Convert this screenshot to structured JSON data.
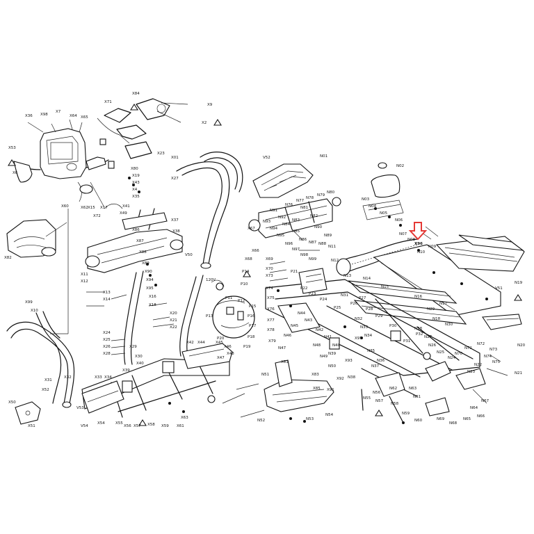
{
  "diagram": {
    "highlight_arrow_color": "#e53935",
    "highlight_label": "X96",
    "labels": [
      {
        "id": "X36",
        "t": "X36"
      },
      {
        "id": "X98",
        "t": "X98"
      },
      {
        "id": "X7",
        "t": "X7"
      },
      {
        "id": "X64",
        "t": "X64"
      },
      {
        "id": "X65",
        "t": "X65"
      },
      {
        "id": "X71",
        "t": "X71"
      },
      {
        "id": "X84",
        "t": "X84"
      },
      {
        "id": "X9",
        "t": "X9"
      },
      {
        "id": "X2",
        "t": "X2"
      },
      {
        "id": "X53",
        "t": "X53"
      },
      {
        "id": "X6",
        "t": "X6"
      },
      {
        "id": "X23",
        "t": "X23"
      },
      {
        "id": "X01",
        "t": "X01"
      },
      {
        "id": "X80",
        "t": "X80"
      },
      {
        "id": "X19",
        "t": "X19"
      },
      {
        "id": "X43",
        "t": "X43"
      },
      {
        "id": "X4",
        "t": "X4"
      },
      {
        "id": "X35",
        "t": "X35"
      },
      {
        "id": "X41",
        "t": "X41"
      },
      {
        "id": "X49",
        "t": "X49"
      },
      {
        "id": "X60",
        "t": "X60"
      },
      {
        "id": "X62",
        "t": "X62"
      },
      {
        "id": "X15",
        "t": "X15"
      },
      {
        "id": "X17",
        "t": "X17"
      },
      {
        "id": "X27",
        "t": "X27"
      },
      {
        "id": "X37",
        "t": "X37"
      },
      {
        "id": "X38",
        "t": "X38"
      },
      {
        "id": "X72",
        "t": "X72"
      },
      {
        "id": "X82",
        "t": "X82"
      },
      {
        "id": "X86",
        "t": "X86"
      },
      {
        "id": "X87",
        "t": "X87"
      },
      {
        "id": "X88",
        "t": "X88"
      },
      {
        "id": "X89",
        "t": "X89"
      },
      {
        "id": "X90",
        "t": "X90"
      },
      {
        "id": "X94",
        "t": "X94"
      },
      {
        "id": "X95",
        "t": "X95"
      },
      {
        "id": "X99",
        "t": "X99"
      },
      {
        "id": "X10",
        "t": "X10"
      },
      {
        "id": "X11",
        "t": "X11"
      },
      {
        "id": "X12",
        "t": "X12"
      },
      {
        "id": "X13",
        "t": "X13"
      },
      {
        "id": "X14",
        "t": "X14"
      },
      {
        "id": "X16",
        "t": "X16"
      },
      {
        "id": "X18",
        "t": "X18"
      },
      {
        "id": "X20",
        "t": "X20"
      },
      {
        "id": "X21",
        "t": "X21"
      },
      {
        "id": "X22",
        "t": "X22"
      },
      {
        "id": "X24",
        "t": "X24"
      },
      {
        "id": "X25",
        "t": "X25"
      },
      {
        "id": "X26",
        "t": "X26"
      },
      {
        "id": "X28",
        "t": "X28"
      },
      {
        "id": "X29",
        "t": "X29"
      },
      {
        "id": "X30",
        "t": "X30"
      },
      {
        "id": "X31",
        "t": "X31"
      },
      {
        "id": "X32",
        "t": "X32"
      },
      {
        "id": "X33",
        "t": "X33"
      },
      {
        "id": "X34",
        "t": "X34"
      },
      {
        "id": "X39",
        "t": "X39"
      },
      {
        "id": "X40",
        "t": "X40"
      },
      {
        "id": "X42",
        "t": "X42"
      },
      {
        "id": "X44",
        "t": "X44"
      },
      {
        "id": "X45",
        "t": "X45"
      },
      {
        "id": "X46",
        "t": "X46"
      },
      {
        "id": "X47",
        "t": "X47"
      },
      {
        "id": "X48",
        "t": "X48"
      },
      {
        "id": "X50",
        "t": "X50"
      },
      {
        "id": "X51",
        "t": "X51"
      },
      {
        "id": "X52",
        "t": "X52"
      },
      {
        "id": "X54",
        "t": "X54"
      },
      {
        "id": "X55",
        "t": "X55"
      },
      {
        "id": "X56",
        "t": "X56"
      },
      {
        "id": "X57",
        "t": "X57"
      },
      {
        "id": "X58",
        "t": "X58"
      },
      {
        "id": "X59",
        "t": "X59"
      },
      {
        "id": "X61",
        "t": "X61"
      },
      {
        "id": "X63",
        "t": "X63"
      },
      {
        "id": "X66",
        "t": "X66"
      },
      {
        "id": "X67",
        "t": "X67"
      },
      {
        "id": "X68",
        "t": "X68"
      },
      {
        "id": "X69",
        "t": "X69"
      },
      {
        "id": "X70",
        "t": "X70"
      },
      {
        "id": "X73",
        "t": "X73"
      },
      {
        "id": "X74",
        "t": "X74"
      },
      {
        "id": "X75",
        "t": "X75"
      },
      {
        "id": "X76",
        "t": "X76"
      },
      {
        "id": "X77",
        "t": "X77"
      },
      {
        "id": "X78",
        "t": "X78"
      },
      {
        "id": "X79",
        "t": "X79"
      },
      {
        "id": "X81",
        "t": "X81"
      },
      {
        "id": "X83",
        "t": "X83"
      },
      {
        "id": "X85",
        "t": "X85"
      },
      {
        "id": "X91",
        "t": "X91"
      },
      {
        "id": "X92",
        "t": "X92"
      },
      {
        "id": "X93",
        "t": "X93"
      },
      {
        "id": "X97",
        "t": "X97"
      },
      {
        "id": "V52",
        "t": "V52"
      },
      {
        "id": "V50",
        "t": "V50"
      },
      {
        "id": "V54",
        "t": "V54"
      },
      {
        "id": "V53",
        "t": "V53"
      },
      {
        "id": "V51",
        "t": "V51"
      },
      {
        "id": "120V",
        "t": "120V"
      },
      {
        "id": "P13",
        "t": "P13"
      },
      {
        "id": "P14",
        "t": "P14"
      },
      {
        "id": "P10",
        "t": "P10"
      },
      {
        "id": "P11",
        "t": "P11"
      },
      {
        "id": "P12",
        "t": "P12"
      },
      {
        "id": "P15",
        "t": "P15"
      },
      {
        "id": "P16",
        "t": "P16"
      },
      {
        "id": "P17",
        "t": "P17"
      },
      {
        "id": "P18",
        "t": "P18"
      },
      {
        "id": "P19",
        "t": "P19"
      },
      {
        "id": "P20",
        "t": "P20"
      },
      {
        "id": "P21",
        "t": "P21"
      },
      {
        "id": "P22",
        "t": "P22"
      },
      {
        "id": "P23",
        "t": "P23"
      },
      {
        "id": "P24",
        "t": "P24"
      },
      {
        "id": "P25",
        "t": "P25"
      },
      {
        "id": "P26",
        "t": "P26"
      },
      {
        "id": "P27",
        "t": "P27"
      },
      {
        "id": "P28",
        "t": "P28"
      },
      {
        "id": "P29",
        "t": "P29"
      },
      {
        "id": "P30",
        "t": "P30"
      },
      {
        "id": "P31",
        "t": "P31"
      },
      {
        "id": "P32",
        "t": "P32"
      },
      {
        "id": "N01",
        "t": "N01"
      },
      {
        "id": "N02",
        "t": "N02"
      },
      {
        "id": "N03",
        "t": "N03"
      },
      {
        "id": "N04",
        "t": "N04"
      },
      {
        "id": "N05",
        "t": "N05"
      },
      {
        "id": "N06",
        "t": "N06"
      },
      {
        "id": "N07",
        "t": "N07"
      },
      {
        "id": "N08",
        "t": "N08"
      },
      {
        "id": "N09",
        "t": "N09"
      },
      {
        "id": "N10",
        "t": "N10"
      },
      {
        "id": "N11",
        "t": "N11"
      },
      {
        "id": "N12",
        "t": "N12"
      },
      {
        "id": "N13",
        "t": "N13"
      },
      {
        "id": "N14",
        "t": "N14"
      },
      {
        "id": "N15",
        "t": "N15"
      },
      {
        "id": "N16",
        "t": "N16"
      },
      {
        "id": "N17",
        "t": "N17"
      },
      {
        "id": "N18",
        "t": "N18"
      },
      {
        "id": "N19",
        "t": "N19"
      },
      {
        "id": "N20",
        "t": "N20"
      },
      {
        "id": "N21",
        "t": "N21"
      },
      {
        "id": "N22",
        "t": "N22"
      },
      {
        "id": "N23",
        "t": "N23"
      },
      {
        "id": "N24",
        "t": "N24"
      },
      {
        "id": "N25",
        "t": "N25"
      },
      {
        "id": "N26",
        "t": "N26"
      },
      {
        "id": "N27",
        "t": "N27"
      },
      {
        "id": "N28",
        "t": "N28"
      },
      {
        "id": "N29",
        "t": "N29"
      },
      {
        "id": "N30",
        "t": "N30"
      },
      {
        "id": "N31",
        "t": "N31"
      },
      {
        "id": "N32",
        "t": "N32"
      },
      {
        "id": "N33",
        "t": "N33"
      },
      {
        "id": "N34",
        "t": "N34"
      },
      {
        "id": "N35",
        "t": "N35"
      },
      {
        "id": "N36",
        "t": "N36"
      },
      {
        "id": "N37",
        "t": "N37"
      },
      {
        "id": "N38",
        "t": "N38"
      },
      {
        "id": "N39",
        "t": "N39"
      },
      {
        "id": "N40",
        "t": "N40"
      },
      {
        "id": "N41",
        "t": "N41"
      },
      {
        "id": "N42",
        "t": "N42"
      },
      {
        "id": "N43",
        "t": "N43"
      },
      {
        "id": "N44",
        "t": "N44"
      },
      {
        "id": "N45",
        "t": "N45"
      },
      {
        "id": "N46",
        "t": "N46"
      },
      {
        "id": "N47",
        "t": "N47"
      },
      {
        "id": "N48",
        "t": "N48"
      },
      {
        "id": "N49",
        "t": "N49"
      },
      {
        "id": "N50",
        "t": "N50"
      },
      {
        "id": "N51",
        "t": "N51"
      },
      {
        "id": "N52",
        "t": "N52"
      },
      {
        "id": "N53",
        "t": "N53"
      },
      {
        "id": "N54",
        "t": "N54"
      },
      {
        "id": "N55",
        "t": "N55"
      },
      {
        "id": "N56",
        "t": "N56"
      },
      {
        "id": "N57",
        "t": "N57"
      },
      {
        "id": "N58",
        "t": "N58"
      },
      {
        "id": "N59",
        "t": "N59"
      },
      {
        "id": "N60",
        "t": "N60"
      },
      {
        "id": "N61",
        "t": "N61"
      },
      {
        "id": "N62",
        "t": "N62"
      },
      {
        "id": "N63",
        "t": "N63"
      },
      {
        "id": "N64",
        "t": "N64"
      },
      {
        "id": "N65",
        "t": "N65"
      },
      {
        "id": "N66",
        "t": "N66"
      },
      {
        "id": "N67",
        "t": "N67"
      },
      {
        "id": "N68",
        "t": "N68"
      },
      {
        "id": "N69",
        "t": "N69"
      },
      {
        "id": "N70",
        "t": "N70"
      },
      {
        "id": "N71",
        "t": "N71"
      },
      {
        "id": "N72",
        "t": "N72"
      },
      {
        "id": "N73",
        "t": "N73"
      },
      {
        "id": "N74",
        "t": "N74"
      },
      {
        "id": "N75",
        "t": "N75"
      },
      {
        "id": "N76",
        "t": "N76"
      },
      {
        "id": "N77",
        "t": "N77"
      },
      {
        "id": "N78",
        "t": "N78"
      },
      {
        "id": "N79",
        "t": "N79"
      },
      {
        "id": "N80",
        "t": "N80"
      },
      {
        "id": "N81",
        "t": "N81"
      },
      {
        "id": "N82",
        "t": "N82"
      },
      {
        "id": "N83",
        "t": "N83"
      },
      {
        "id": "N84",
        "t": "N84"
      },
      {
        "id": "N85",
        "t": "N85"
      },
      {
        "id": "N86",
        "t": "N86"
      },
      {
        "id": "N87",
        "t": "N87"
      },
      {
        "id": "N88",
        "t": "N88"
      },
      {
        "id": "N89",
        "t": "N89"
      },
      {
        "id": "N90",
        "t": "N90"
      },
      {
        "id": "N91",
        "t": "N91"
      },
      {
        "id": "N92",
        "t": "N92"
      },
      {
        "id": "N93",
        "t": "N93"
      },
      {
        "id": "N94",
        "t": "N94"
      },
      {
        "id": "N95",
        "t": "N95"
      },
      {
        "id": "N96",
        "t": "N96"
      },
      {
        "id": "N97",
        "t": "N97"
      },
      {
        "id": "N98",
        "t": "N98"
      },
      {
        "id": "N99",
        "t": "N99"
      }
    ]
  }
}
